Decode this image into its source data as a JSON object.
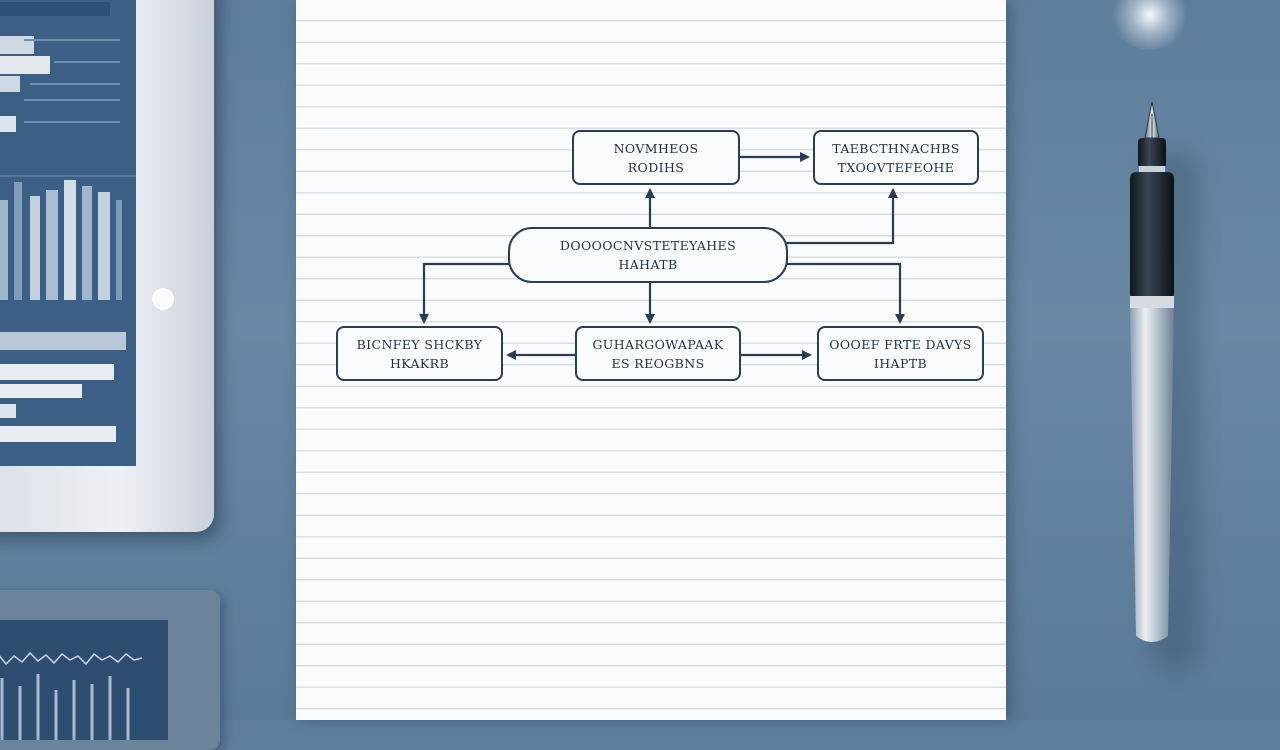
{
  "diagram": {
    "nodes": [
      {
        "id": "top-left",
        "lines": [
          "NOVMHEOS",
          "RODIHS"
        ]
      },
      {
        "id": "top-right",
        "lines": [
          "TAEBCTHNACHBS",
          "TXOOVTEFEOHE"
        ]
      },
      {
        "id": "center",
        "lines": [
          "DOOOOCNVSTETEYAHES",
          "HAHATB"
        ]
      },
      {
        "id": "bottom-left",
        "lines": [
          "BICNFEY SHCKBY",
          "HKAKRB"
        ]
      },
      {
        "id": "bottom-center",
        "lines": [
          "GUHARGOWAPAAK",
          "ES REOGBNS"
        ]
      },
      {
        "id": "bottom-right",
        "lines": [
          "OOOEF FRTE DAVYS",
          "IHAPTB"
        ]
      }
    ]
  },
  "colors": {
    "ink": "#2b3d55",
    "desk": "#6a88a5",
    "paper": "#f9fbfc",
    "screen": "#3b5f85"
  }
}
